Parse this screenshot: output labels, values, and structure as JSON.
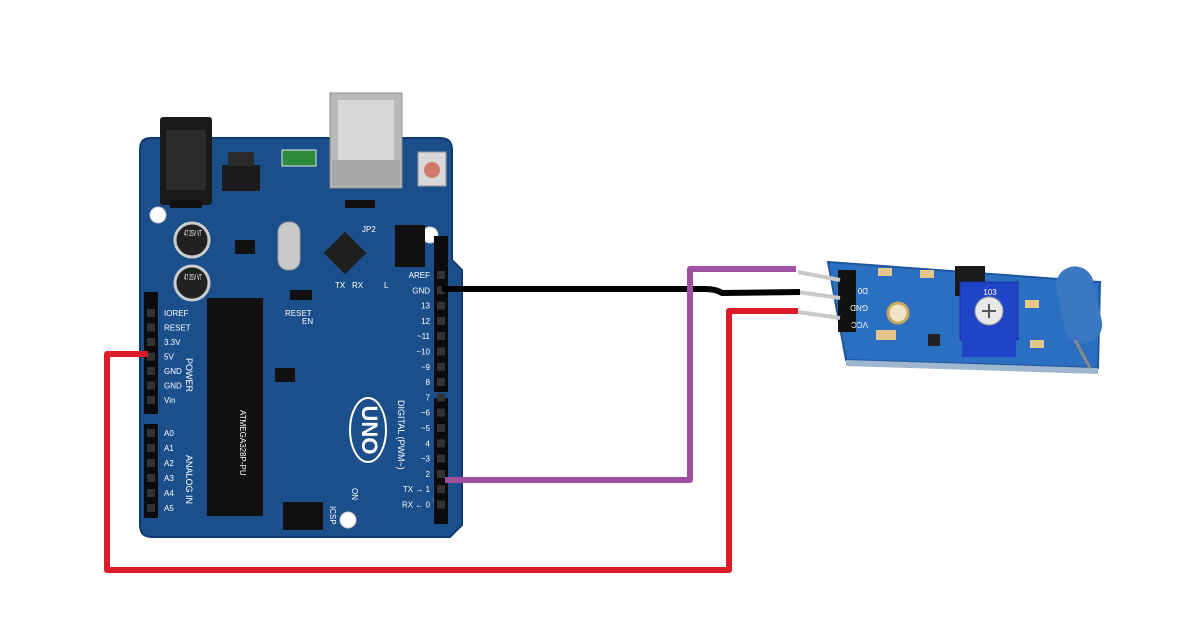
{
  "board": {
    "power_labels": [
      "IOREF",
      "RESET",
      "3.3V",
      "5V",
      "GND",
      "GND",
      "Vin"
    ],
    "power_title": "POWER",
    "analog_labels": [
      "A0",
      "A1",
      "A2",
      "A3",
      "A4",
      "A5"
    ],
    "analog_title": "ANALOG IN",
    "digital_labels": [
      "AREF",
      "GND",
      "13",
      "12",
      "~11",
      "~10",
      "~9",
      "8",
      "7",
      "~6",
      "~5",
      "4",
      "~3",
      "2",
      "TX → 1",
      "RX ← 0"
    ],
    "digital_title": "DIGITAL (PWM~)",
    "logo": "UNO",
    "reset_label": "RESET",
    "reset_en_label": "EN",
    "jp2_label": "JP2",
    "icsp_label": "ICSP",
    "on_label": "ON",
    "cap1_text": "47 25V VT",
    "cap2_text": "47 25V VT",
    "chip_text": "ATMEGA328P-PU",
    "tx_label": "TX",
    "rx_label": "RX",
    "l_label": "L"
  },
  "sensor": {
    "pin_labels": [
      "D0",
      "GND",
      "VCC"
    ],
    "pot_text": "103"
  },
  "colors": {
    "board": "#1a4f8c",
    "board_dark": "#0f3a6e",
    "sensor": "#2a6fc0",
    "wire_gnd": "#000000",
    "wire_signal": "#a050a0",
    "wire_power": "#dd1c2a",
    "pot": "#1f44c8",
    "tilt_switch": "#3b78c4"
  },
  "wires": [
    {
      "name": "gnd-wire",
      "from": "GND",
      "to": "GND"
    },
    {
      "name": "signal-wire",
      "from": "2",
      "to": "D0"
    },
    {
      "name": "power-wire",
      "from": "5V",
      "to": "VCC"
    }
  ]
}
